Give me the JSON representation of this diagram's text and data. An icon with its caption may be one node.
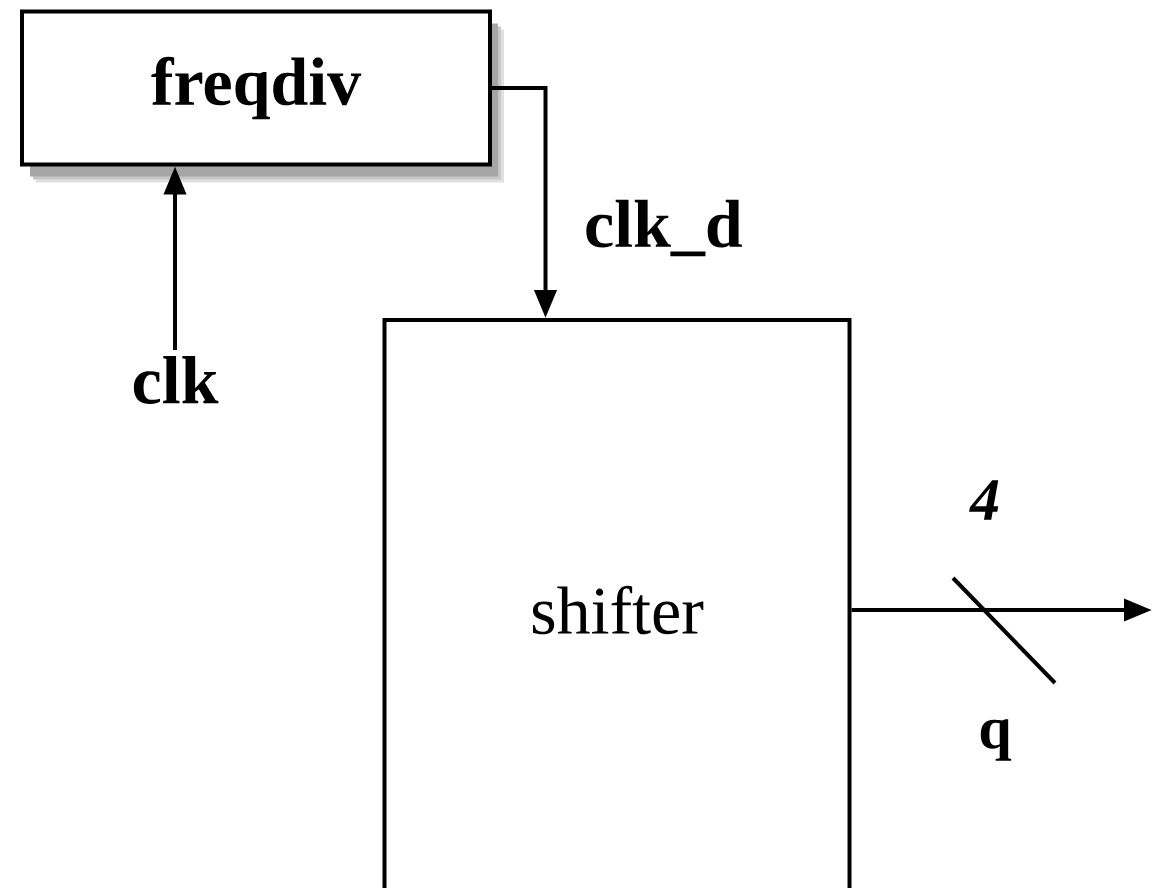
{
  "diagram": {
    "nodes": [
      {
        "text": [
          "freqdiv"
        ]
      },
      {
        "text": [
          "shifter"
        ]
      },
      {
        "text": [
          "clk"
        ]
      }
    ],
    "edges": [
      {
        "from": 2,
        "to": 0,
        "arrow": "to"
      },
      {
        "from": 0,
        "to": 1,
        "arrow": "to",
        "label": "clk_d"
      },
      {
        "from": 1,
        "to": null,
        "arrow": "to"
      }
    ],
    "labels": [
      "4",
      "q"
    ]
  }
}
